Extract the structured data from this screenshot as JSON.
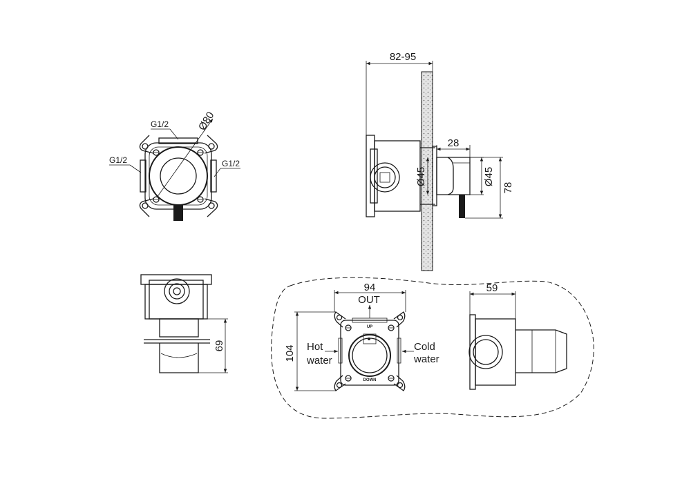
{
  "colors": {
    "line": "#1a1a1a",
    "wall_fill": "#d8d8d8",
    "background": "#ffffff"
  },
  "top_view": {
    "label_top": "G1/2",
    "label_left": "G1/2",
    "label_right": "G1/2",
    "diameter": "Ø80"
  },
  "side_view": {
    "depth": "82-95",
    "projection": "28",
    "body_diameter": "Ø45",
    "handle_diameter": "Ø45",
    "height": "78"
  },
  "bottom_view": {
    "height": "69"
  },
  "front_view": {
    "width": "94",
    "height": "104",
    "outlet": "OUT",
    "hot_line1": "Hot",
    "hot_line2": "water",
    "cold_line1": "Cold",
    "cold_line2": "water",
    "up": "UP",
    "down": "DOWN"
  },
  "profile_view": {
    "depth": "59"
  }
}
